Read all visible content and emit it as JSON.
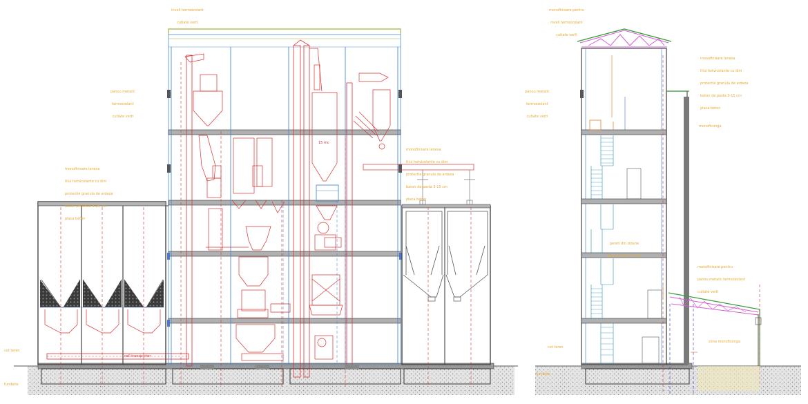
{
  "section_a": {
    "roof_note": [
      "inveli termoizolant",
      "cutiate vertl"
    ],
    "wall_note": [
      "panou metalic",
      "termoizolant",
      "cutiate vertl"
    ],
    "left_floor_note": [
      "monofinisare lenesa",
      "tilui hotvicolante cu dim",
      "protectie granula de ardeza",
      "baton de pasta 3-15 cm",
      "placa beton"
    ],
    "mid_floor_note": [
      "monofinisare lenesa",
      "tilui hotvicolante cu dim",
      "protectie granula de ardeza",
      "baton de pasta 3-15 cm",
      "placa beton"
    ],
    "silo_tag": "15 mc",
    "conveyor_tag": "cell transportor",
    "ground_level_label": "cot teren",
    "base_level_label": "fundatie"
  },
  "section_b": {
    "roof_note": [
      "monofinisare pentru",
      "inveli termoizolant",
      "cutiate vertl"
    ],
    "wall_note": [
      "panou metalic",
      "termoizolant",
      "cutiate vertl"
    ],
    "roof_finish_note": [
      "monofinisare lenesa",
      "tilui hotvicolante cu dim",
      "protectie granula de ardeza",
      "baton de pasta 3-15 cm",
      "placa beton"
    ],
    "elevator_label": "monoficonga",
    "interior_note": [
      "pereti din zidarie",
      "panou beton armat"
    ],
    "canopy_note": [
      "monofinisare pentru",
      "panou metalic termoizolant",
      "cutiate vertl"
    ],
    "annex_label": "zona monoficonga",
    "ground_level_label": "cot teren",
    "base_level_label": "fundatie"
  }
}
